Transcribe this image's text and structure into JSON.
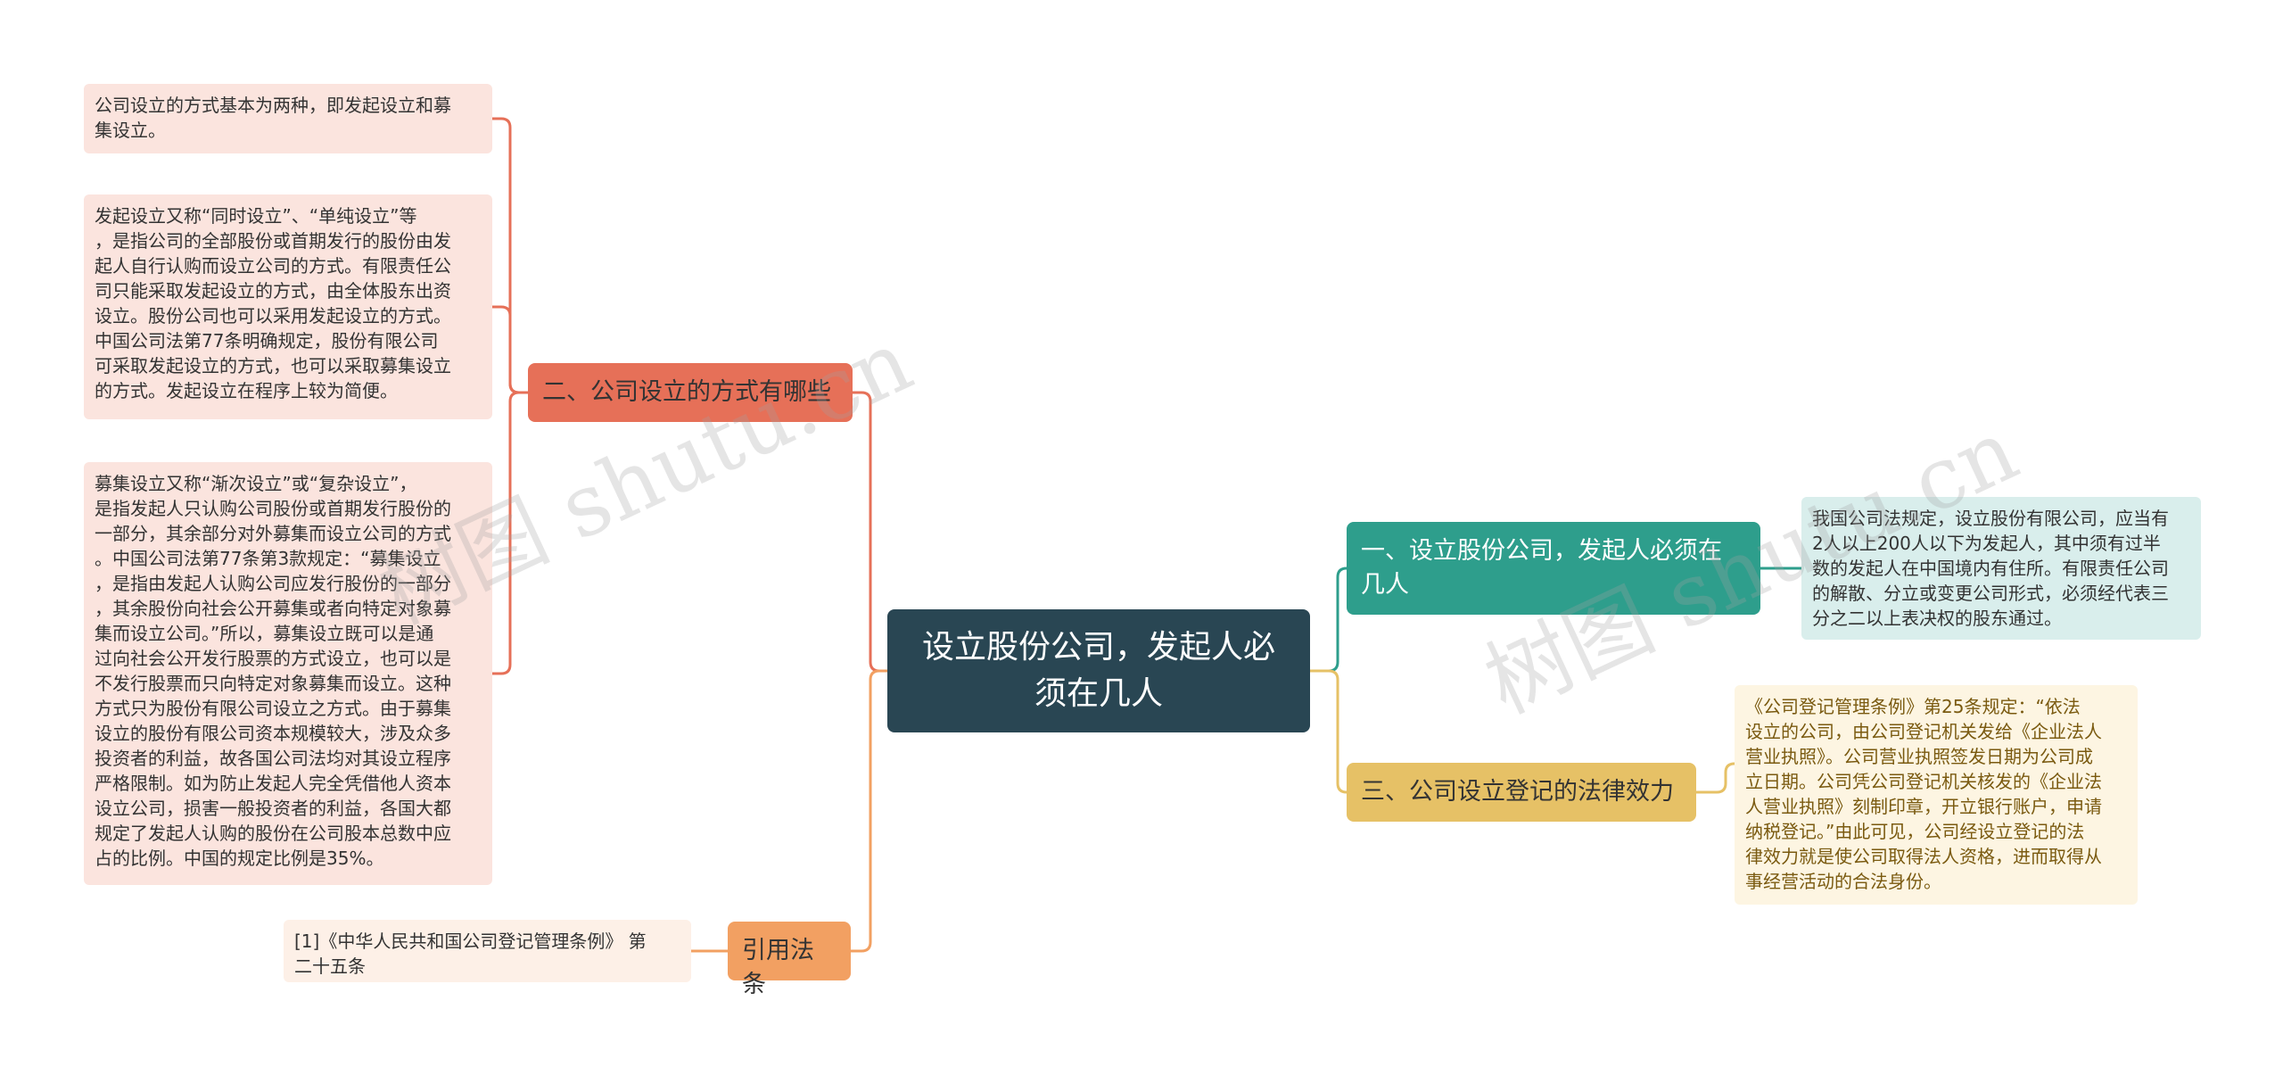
{
  "watermarks": [
    "树图 shutu.cn",
    "树图 shutu.cn"
  ],
  "root": {
    "label": "设立股份公司，发起人必\n须在几人"
  },
  "branches": [
    {
      "id": "b1",
      "label": "一、设立股份公司，发起人必须在\n几人",
      "color": "#2e9e8c",
      "children": [
        "我国公司法规定，设立股份有限公司，应当有\n 2人以上200人以下为发起人，其中须有过半\n数的发起人在中国境内有住所。有限责任公司\n的解散、分立或变更公司形式，必须经代表三\n分之二以上表决权的股东通过。"
      ]
    },
    {
      "id": "b3",
      "label": "三、公司设立登记的法律效力",
      "color": "#e6c166",
      "children": [
        "《公司登记管理条例》第25条规定：“依法\n设立的公司，由公司登记机关发给《企业法人\n营业执照》。公司营业执照签发日期为公司成\n立日期。公司凭公司登记机关核发的《企业法\n人营业执照》刻制印章，开立银行账户，申请\n纳税登记。”由此可见，公司经设立登记的法\n律效力就是使公司取得法人资格，进而取得从\n事经营活动的合法身份。"
      ]
    },
    {
      "id": "b2",
      "label": "二、公司设立的方式有哪些",
      "color": "#e67058",
      "children": [
        "公司设立的方式基本为两种，即发起设立和募\n集设立。",
        "发起设立又称“同时设立”、“单纯设立”等\n，是指公司的全部股份或首期发行的股份由发\n起人自行认购而设立公司的方式。有限责任公\n司只能采取发起设立的方式，由全体股东出资\n设立。股份公司也可以采用发起设立的方式。\n中国公司法第77条明确规定，股份有限公司\n可采取发起设立的方式，也可以采取募集设立\n的方式。发起设立在程序上较为简便。",
        "募集设立又称“渐次设立”或“复杂设立”，\n是指发起人只认购公司股份或首期发行股份的\n一部分，其余部分对外募集而设立公司的方式\n。中国公司法第77条第3款规定：“募集设立\n，是指由发起人认购公司应发行股份的一部分\n，其余股份向社会公开募集或者向特定对象募\n集而设立公司。”所以，募集设立既可以是通\n过向社会公开发行股票的方式设立，也可以是\n不发行股票而只向特定对象募集而设立。这种\n方式只为股份有限公司设立之方式。由于募集\n设立的股份有限公司资本规模较大，涉及众多\n投资者的利益，故各国公司法均对其设立程序\n严格限制。如为防止发起人完全凭借他人资本\n设立公司，损害一般投资者的利益，各国大都\n规定了发起人认购的股份在公司股本总数中应\n占的比例。中国的规定比例是35%。"
      ]
    },
    {
      "id": "b4",
      "label": "引用法条",
      "color": "#f2a062",
      "children": [
        "[1]《中华人民共和国公司登记管理条例》 第\n二十五条"
      ]
    }
  ]
}
